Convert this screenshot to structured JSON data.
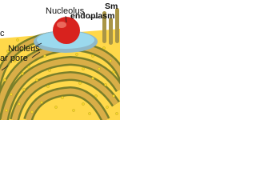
{
  "labels": {
    "nucleolus": "Nucleolus",
    "nucleus": "Nucleus",
    "nuclear_pore": "ar pore",
    "smooth_er_line1": "Sm",
    "smooth_er_line2": "endoplasm",
    "left_edge": "c"
  },
  "colors": {
    "cytoplasm": "#ffd84a",
    "er_membrane": "#7a7f2a",
    "er_lumen": "#d9ae47",
    "nucleolus": "#d8221e",
    "nucleus": "#9bd9ee",
    "envelope": "#8fb8c8",
    "ribosome": "#f4d62c",
    "smooth_er": "#a99546",
    "leader": "#222222"
  }
}
